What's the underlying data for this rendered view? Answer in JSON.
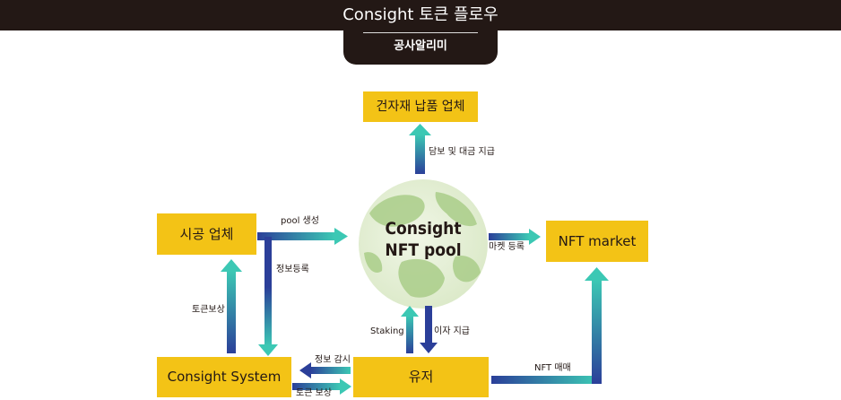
{
  "header": {
    "title": "Consight 토큰 플로우",
    "tab": "공사알리미"
  },
  "nodes": {
    "supplier": "건자재 납품 업체",
    "contractor": "시공 업체",
    "pool_line1": "Consight",
    "pool_line2": "NFT pool",
    "market": "NFT market",
    "system": "Consight System",
    "user": "유저"
  },
  "edges": {
    "collateral": "담보 및 대금 지급",
    "pool_create": "pool 생성",
    "info_register": "정보등록",
    "market_register": "마켓 등록",
    "token_reward_left": "토큰보상",
    "staking": "Staking",
    "interest": "이자 지급",
    "info_monitor": "정보 감시",
    "token_reward_bottom": "토큰 보상",
    "nft_trade": "NFT 매매"
  },
  "colors": {
    "header_bg": "#231815",
    "box_fill": "#f3c316",
    "arrow_teal": "#3cc8b4",
    "arrow_blue": "#2b3f99",
    "globe_land": "#a9cc88",
    "globe_water": "#e3efd5"
  }
}
